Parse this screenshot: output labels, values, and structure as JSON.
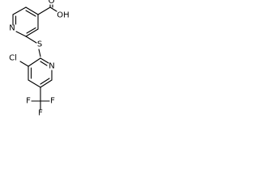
{
  "molecule": {
    "atoms": {
      "carboxyl_oxygen_double": "O",
      "carboxyl_hydroxyl": "OH",
      "pyridine_n_upper": "N",
      "thioether_sulfur": "S",
      "chlorine": "Cl",
      "pyridine_n_lower": "N",
      "trifluoromethyl_f_left": "F",
      "trifluoromethyl_f_center": "F",
      "trifluoromethyl_f_bottom": "F"
    }
  }
}
